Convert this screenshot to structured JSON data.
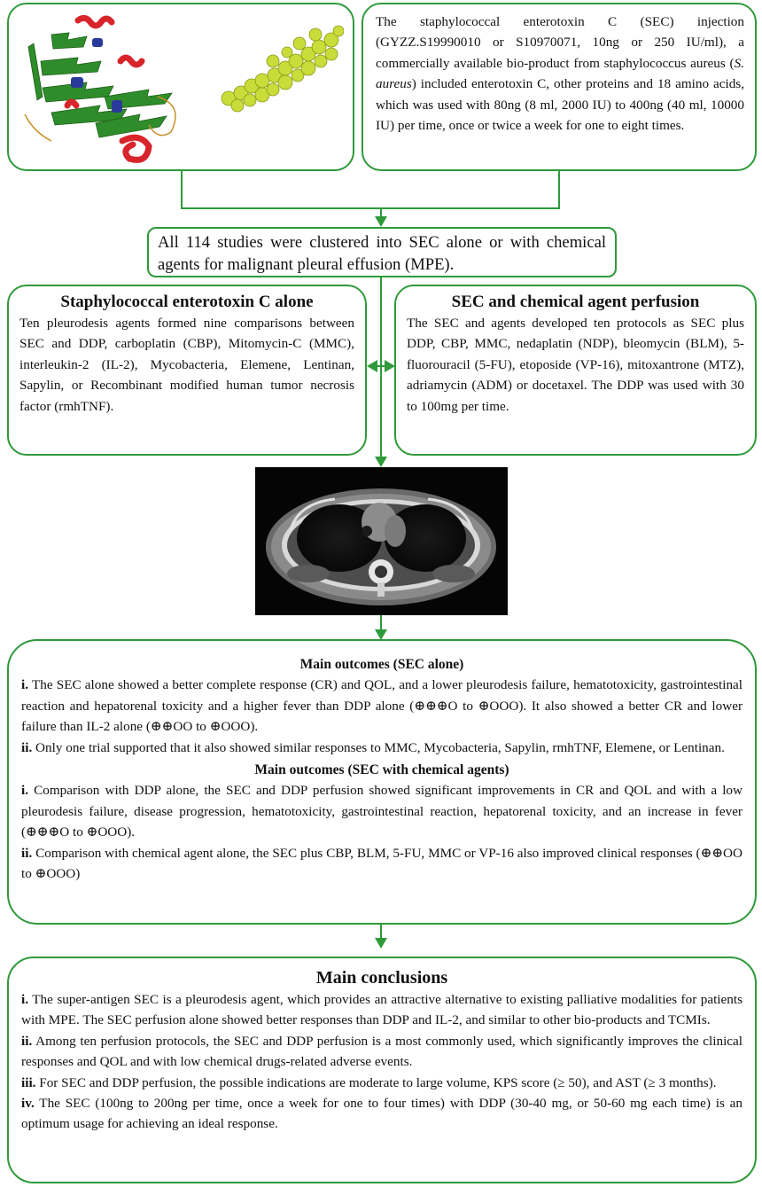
{
  "top_right_text": "The staphylococcal enterotoxin C (SEC) injection (GYZZ.S19990010 or S10970071, 10ng or 250 IU/ml), a commercially available bio-product from staphylococcus aureus (S. aureus) included enterotoxin C, other proteins and 18 amino acids, which was used with 80ng (8 ml, 2000 IU) to 400ng (40 ml, 10000 IU) per time, once or twice a week for one to eight times.",
  "top_right": {
    "part1": "The staphylococcal enterotoxin C (SEC) injection (GYZZ.S19990010 or S10970071, 10ng or 250 IU/ml), a commercially available bio-product from staphylococcus aureus (",
    "italic": "S. aureus",
    "part2": ") included enterotoxin C, other proteins and 18 amino acids, which was used with 80ng (8 ml, 2000 IU) to 400ng (40 ml, 10000 IU) per time, once or twice a week for one to eight times."
  },
  "studies_box": "All 114 studies were clustered into SEC alone or with chemical agents for malignant pleural effusion (MPE).",
  "sec_alone": {
    "title": "Staphylococcal enterotoxin C alone",
    "body": "Ten pleurodesis agents formed nine comparisons between SEC and DDP, carboplatin (CBP), Mitomycin-C (MMC), interleukin-2 (IL-2), Mycobacteria, Elemene, Lentinan, Sapylin, or Recombinant modified human tumor necrosis factor (rmhTNF)."
  },
  "sec_chem": {
    "title": "SEC and chemical agent perfusion",
    "body": "The SEC and agents developed ten protocols as SEC plus DDP, CBP, MMC, nedaplatin (NDP), bleomycin (BLM), 5-fluorouracil (5-FU), etoposide (VP-16), mitoxantrone (MTZ), adriamycin (ADM) or docetaxel. The DDP was used with 30 to 100mg per time."
  },
  "outcomes": {
    "title1": "Main outcomes (SEC alone)",
    "items1": [
      {
        "num": "i.",
        "text": " The SEC alone showed a better complete response (CR) and QOL, and a lower pleurodesis failure, hematotoxicity, gastrointestinal reaction and hepatorenal toxicity and a higher fever than DDP alone (⊕⊕⊕O  to ⊕OOO). It also showed a better CR and lower failure than IL-2 alone (⊕⊕OO to  ⊕OOO)."
      },
      {
        "num": "ii.",
        "text": " Only one trial supported that it also showed similar responses to MMC, Mycobacteria, Sapylin, rmhTNF, Elemene, or Lentinan."
      }
    ],
    "title2": "Main outcomes (SEC with chemical agents)",
    "items2": [
      {
        "num": "i.",
        "text": " Comparison with DDP alone, the SEC and DDP perfusion showed significant improvements in CR and QOL and with a low pleurodesis failure, disease progression, hematotoxicity, gastrointestinal reaction, hepatorenal toxicity, and an increase in fever (⊕⊕⊕O to ⊕OOO)."
      },
      {
        "num": "ii.",
        "text": " Comparison with chemical agent alone, the SEC plus CBP, BLM, 5-FU, MMC or VP-16 also improved clinical responses (⊕⊕OO to ⊕OOO)"
      }
    ]
  },
  "conclusions": {
    "title": "Main conclusions",
    "items": [
      {
        "num": "i.",
        "text": " The super-antigen SEC is a pleurodesis agent, which provides an attractive alternative to existing palliative modalities for patients with MPE. The SEC perfusion alone showed better responses than DDP and IL-2, and similar to other bio-products and TCMIs."
      },
      {
        "num": "ii.",
        "text": " Among ten perfusion protocols, the SEC and DDP perfusion is a most commonly used, which significantly improves the clinical responses and QOL and with low chemical drugs-related adverse events."
      },
      {
        "num": "iii.",
        "text": " For SEC and DDP perfusion, the possible indications are moderate to large volume, KPS score (≥ 50), and AST (≥ 3 months)."
      },
      {
        "num": "iv.",
        "text": " The SEC (100ng to 200ng per time, once a week for one to four times) with DDP (30-40 mg, or 50-60 mg each time) is an optimum usage for achieving an ideal response."
      }
    ]
  },
  "colors": {
    "frame": "#2e9a3a",
    "helix": "#d8252b",
    "strand": "#2f8c2a",
    "bacteria": "#c9dc3a"
  }
}
